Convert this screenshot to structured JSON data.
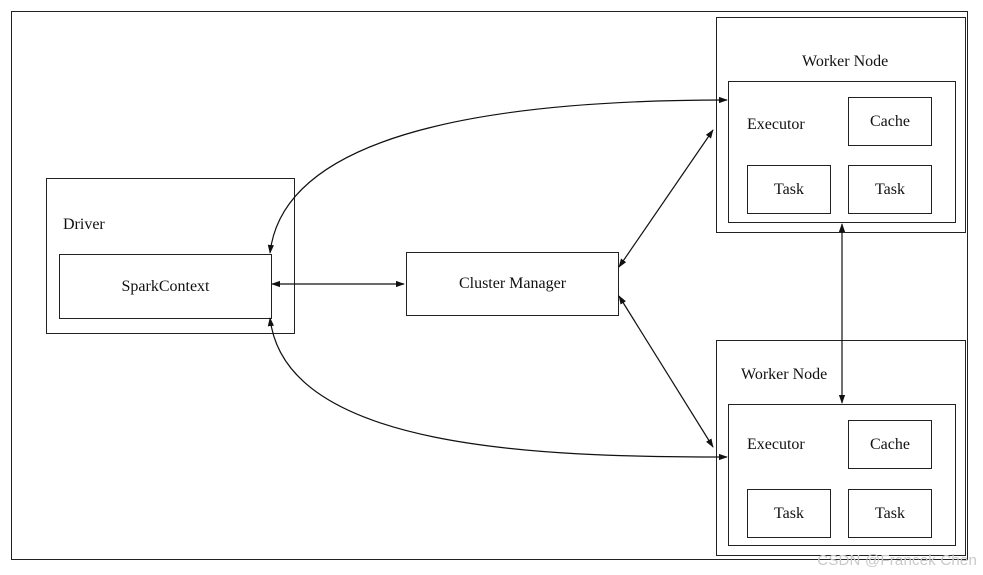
{
  "driver": {
    "title": "Driver",
    "spark_context": "SparkContext"
  },
  "cluster_manager": "Cluster Manager",
  "worker_nodes": [
    {
      "title": "Worker Node",
      "executor": "Executor",
      "cache": "Cache",
      "tasks": [
        "Task",
        "Task"
      ]
    },
    {
      "title": "Worker Node",
      "executor": "Executor",
      "cache": "Cache",
      "tasks": [
        "Task",
        "Task"
      ]
    }
  ],
  "watermark": "CSDN @Francek Chen"
}
